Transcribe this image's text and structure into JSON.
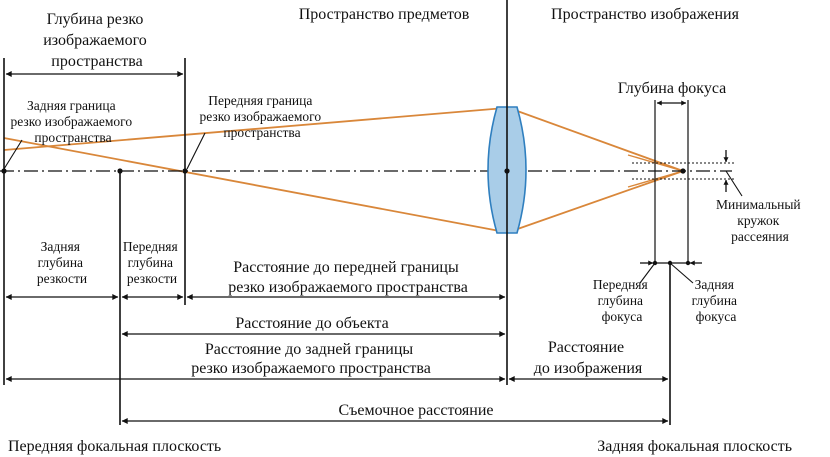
{
  "colors": {
    "ray": "#d9873a",
    "lens_fill": "#a9cde8",
    "lens_stroke": "#2f7fbf",
    "ink": "#111111"
  },
  "labels": {
    "dof_title": [
      "Глубина резко",
      "изображаемого",
      "пространства"
    ],
    "object_space": "Пространство предметов",
    "image_space": "Пространство изображения",
    "depth_of_focus": "Глубина фокуса",
    "rear_limit": [
      "Задняя граница",
      "резко изображаемого",
      "пространства"
    ],
    "front_limit": [
      "Передняя граница",
      "резко изображаемого",
      "пространства"
    ],
    "min_circle": [
      "Минимальный",
      "кружок",
      "рассеяния"
    ],
    "rear_dof": [
      "Задняя",
      "глубина",
      "резкости"
    ],
    "front_dof": [
      "Передняя",
      "глубина",
      "резкости"
    ],
    "dist_front_limit": [
      "Расстояние до передней границы",
      "резко изображаемого пространства"
    ],
    "front_focus_depth": [
      "Передняя",
      "глубина",
      "фокуса"
    ],
    "rear_focus_depth": [
      "Задняя",
      "глубина",
      "фокуса"
    ],
    "dist_object": "Расстояние до объекта",
    "dist_rear_limit": [
      "Расстояние до задней границы",
      "резко изображаемого пространства"
    ],
    "dist_image": [
      "Расстояние",
      "до изображения"
    ],
    "shooting_distance": "Съемочное расстояние",
    "front_focal_plane": "Передняя фокальная плоскость",
    "rear_focal_plane": "Задняя фокальная плоскость"
  }
}
